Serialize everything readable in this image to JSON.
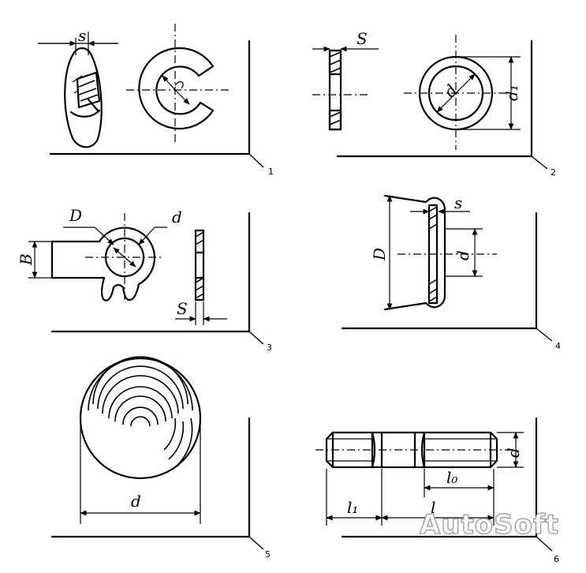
{
  "figure_numbers": [
    "1",
    "2",
    "3",
    "4",
    "5",
    "6"
  ],
  "labels": {
    "fig1_s": "s",
    "fig2_s": "S",
    "fig2_d": "d",
    "fig2_d1": "d₁",
    "fig3_D": "D",
    "fig3_d": "d",
    "fig3_B": "B",
    "fig3_s": "S",
    "fig4_s": "s",
    "fig4_D": "D",
    "fig4_d": "d",
    "fig5_d": "d",
    "fig6_d": "d",
    "fig6_l0": "l₀",
    "fig6_l1": "l₁",
    "fig6_l": "l"
  },
  "watermark": "AutoSoft"
}
